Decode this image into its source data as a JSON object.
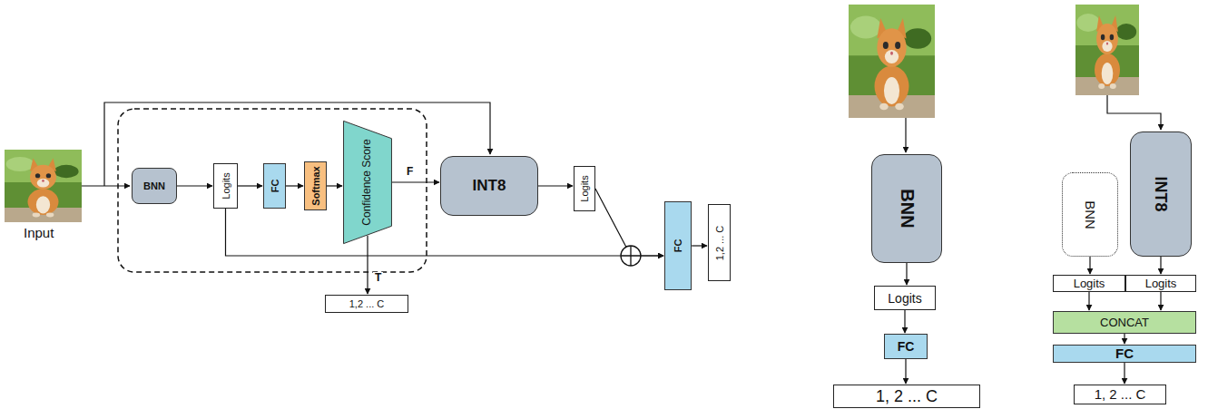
{
  "diagram": {
    "nodes": [
      {
        "text": [
          "BNN"
        ]
      },
      {
        "text": [
          "Logits"
        ]
      },
      {
        "text": [
          "FC"
        ]
      },
      {
        "text": [
          "Softmax"
        ]
      },
      {
        "text": [
          "Confidence Score"
        ]
      },
      {
        "text": [
          "INT8"
        ]
      },
      {
        "text": [
          "Logits"
        ]
      },
      {
        "text": [
          "FC"
        ]
      },
      {
        "text": [
          "1,2 ... C"
        ]
      },
      {
        "text": [
          "1,2 ... C"
        ]
      },
      {
        "text": [
          "BNN"
        ]
      },
      {
        "text": [
          "Logits"
        ]
      },
      {
        "text": [
          "FC"
        ]
      },
      {
        "text": [
          "1, 2 ... C"
        ]
      },
      {
        "text": [
          "BNN"
        ]
      },
      {
        "text": [
          "INT8"
        ]
      },
      {
        "text": [
          "Logits"
        ]
      },
      {
        "text": [
          "Logits"
        ]
      },
      {
        "text": [
          "CONCAT"
        ]
      },
      {
        "text": [
          "FC"
        ]
      },
      {
        "text": [
          "1, 2 ... C"
        ]
      }
    ],
    "edges": [
      {
        "from": 0,
        "to": 1,
        "arrow": "to"
      },
      {
        "from": 1,
        "to": 2,
        "arrow": "to"
      },
      {
        "from": 2,
        "to": 3,
        "arrow": "to"
      },
      {
        "from": 3,
        "to": 4,
        "arrow": "to"
      },
      {
        "from": 4,
        "to": 5,
        "label": "F",
        "arrow": "to"
      },
      {
        "from": 4,
        "to": 9,
        "label": "T",
        "arrow": "to"
      },
      {
        "from": 5,
        "to": 6,
        "arrow": "to"
      },
      {
        "from": 1,
        "to": 7,
        "arrow": "to"
      },
      {
        "from": 6,
        "to": 7,
        "arrow": "to"
      },
      {
        "from": 7,
        "to": 8,
        "arrow": "to"
      },
      {
        "from": 10,
        "to": 11,
        "arrow": "to"
      },
      {
        "from": 11,
        "to": 12,
        "arrow": "to"
      },
      {
        "from": 12,
        "to": 13,
        "arrow": "to"
      },
      {
        "from": 14,
        "to": 16,
        "arrow": "to"
      },
      {
        "from": 15,
        "to": 17,
        "arrow": "to"
      },
      {
        "from": 16,
        "to": 18,
        "arrow": "to"
      },
      {
        "from": 17,
        "to": 18,
        "arrow": "to"
      },
      {
        "from": 18,
        "to": 19,
        "arrow": "to"
      },
      {
        "from": 19,
        "to": 20,
        "arrow": "to"
      }
    ],
    "labels": [
      "Input"
    ]
  }
}
